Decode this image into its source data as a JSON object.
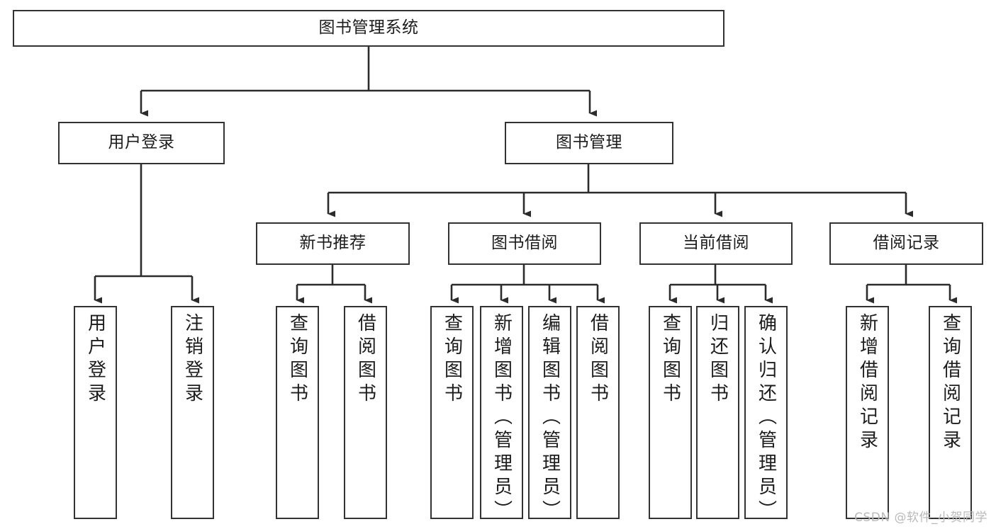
{
  "diagram": {
    "title": "图书管理系统",
    "type": "hierarchy-tree",
    "root": {
      "id": "root",
      "label": "图书管理系统",
      "orientation": "horizontal"
    },
    "level2": [
      {
        "id": "user-login",
        "label": "用户登录",
        "orientation": "horizontal"
      },
      {
        "id": "book-manage",
        "label": "图书管理",
        "orientation": "horizontal"
      }
    ],
    "level3": [
      {
        "id": "new-book-recommend",
        "label": "新书推荐",
        "orientation": "horizontal"
      },
      {
        "id": "book-borrow",
        "label": "图书借阅",
        "orientation": "horizontal"
      },
      {
        "id": "current-borrow",
        "label": "当前借阅",
        "orientation": "horizontal"
      },
      {
        "id": "borrow-record",
        "label": "借阅记录",
        "orientation": "horizontal"
      }
    ],
    "leaves": [
      {
        "id": "leaf-user-login",
        "label": "用户登录",
        "parent": "user-login",
        "orientation": "vertical"
      },
      {
        "id": "leaf-logout-login",
        "label": "注销登录",
        "parent": "user-login",
        "orientation": "vertical"
      },
      {
        "id": "leaf-query-book-1",
        "label": "查询图书",
        "parent": "new-book-recommend",
        "orientation": "vertical"
      },
      {
        "id": "leaf-borrow-book-1",
        "label": "借阅图书",
        "parent": "new-book-recommend",
        "orientation": "vertical"
      },
      {
        "id": "leaf-query-book-2",
        "label": "查询图书",
        "parent": "book-borrow",
        "orientation": "vertical"
      },
      {
        "id": "leaf-add-book",
        "label": "新增图书（管理员）",
        "parent": "book-borrow",
        "orientation": "vertical"
      },
      {
        "id": "leaf-edit-book",
        "label": "编辑图书（管理员）",
        "parent": "book-borrow",
        "orientation": "vertical"
      },
      {
        "id": "leaf-borrow-book-2",
        "label": "借阅图书",
        "parent": "book-borrow",
        "orientation": "vertical"
      },
      {
        "id": "leaf-query-book-3",
        "label": "查询图书",
        "parent": "current-borrow",
        "orientation": "vertical"
      },
      {
        "id": "leaf-return-book",
        "label": "归还图书",
        "parent": "current-borrow",
        "orientation": "vertical"
      },
      {
        "id": "leaf-confirm-return",
        "label": "确认归还（管理员）",
        "parent": "current-borrow",
        "orientation": "vertical"
      },
      {
        "id": "leaf-add-record",
        "label": "新增借阅记录",
        "parent": "borrow-record",
        "orientation": "vertical"
      },
      {
        "id": "leaf-query-record",
        "label": "查询借阅记录",
        "parent": "borrow-record",
        "orientation": "vertical"
      }
    ]
  },
  "watermark": {
    "text": "CSDN @软件_小贺同学"
  },
  "colors": {
    "border": "#333333",
    "background": "#ffffff",
    "text": "#1c1c1c",
    "watermark": "#b9b9b9"
  }
}
